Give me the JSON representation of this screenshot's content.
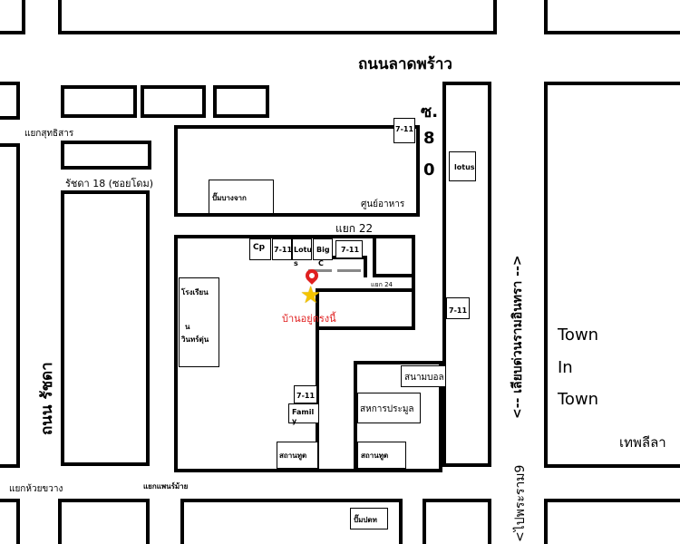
{
  "roads": {
    "top_road": "ถนนลาดพร้าว",
    "soi80_chars": [
      "ซ.",
      "8",
      "0"
    ],
    "left_road": "ถนน  รัชดา",
    "right_road": "<-- เลียบด่วนรามอินทรา -->",
    "bottom_right_road": "<ไปพระราม9",
    "ratchada18": "รัชดา   18 (ซอยโดม)"
  },
  "junctions": {
    "suthisan": "แยกสุทธิสาร",
    "huaikhwang": "แยกห้วยขวาง",
    "bottom_mid": "แยกแพนร์ม้าย",
    "yaek22": "แยก   22",
    "yaek24": "แยก   24"
  },
  "places": {
    "seven_top": "7-11",
    "lotus": "lotus",
    "food_center": "ศูนย์อาหาร",
    "gas_station_top": "ปั๊มบางจาก",
    "cp": "Cp",
    "seven_mid": "7-11",
    "lotus_s_top": "Lotu",
    "lotus_s_bottom": "s",
    "bigc_top": "Big",
    "bigc_bottom": "C",
    "seven_mid2": "7-11",
    "school_line1": "โรงเรียน",
    "school_line2": "น",
    "school_line3": "วินทร์ตุ่น",
    "seven_right": "7-11",
    "football": "สนามบอล",
    "coop": "สหการประมูล",
    "seven_lower": "7-11",
    "family_top": "Famil",
    "family_bottom": "y",
    "laundry_left": "สถานทูต",
    "laundry_right": "สถานทูต",
    "gas_station_bottom": "ปั๊มปตท"
  },
  "home_label": "บ้านอยู่ตรงนี้",
  "town": [
    "Town",
    "In",
    "Town"
  ],
  "town_district": "เทพลีลา",
  "colors": {
    "marker_red": "#e02020",
    "star_yellow": "#f5c400"
  },
  "icons": {
    "home_marker": "map-pin-icon",
    "home_star": "star-icon"
  }
}
